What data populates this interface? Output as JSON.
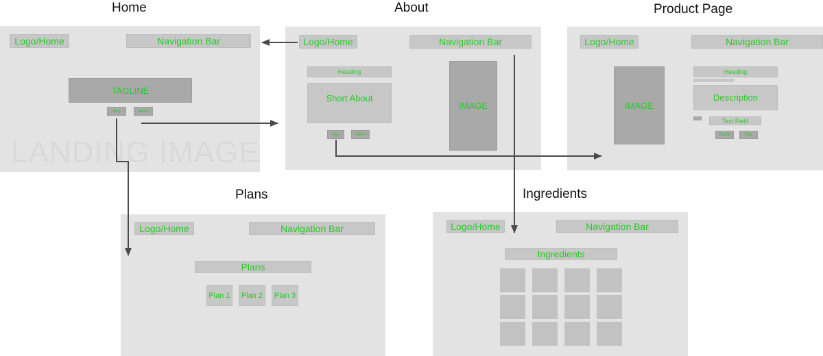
{
  "titles": {
    "home": "Home",
    "about": "About",
    "product": "Product Page",
    "plans": "Plans",
    "ingredients": "Ingredients"
  },
  "home": {
    "logo": "Logo/Home",
    "nav": "Navigation Bar",
    "tagline": "TAGLINE",
    "btn1": "Buy",
    "btn2": "About",
    "watermark": "LANDING IMAGE"
  },
  "about": {
    "logo": "Logo/Home",
    "nav": "Navigation Bar",
    "heading": "Heading",
    "short_about": "Short About",
    "image": "IMAGE",
    "btn1": "Buy",
    "btn2": "About"
  },
  "product": {
    "logo": "Logo/Home",
    "nav": "Navigation Bar",
    "image": "IMAGE",
    "heading": "Heading",
    "description": "Description",
    "text_field": "Text Field",
    "btn1": "Count",
    "btn2": "Buy"
  },
  "plans": {
    "logo": "Logo/Home",
    "nav": "Navigation Bar",
    "heading": "Plans",
    "plan1": "Plan 1",
    "plan2": "Plan 2",
    "plan3": "Plan 3"
  },
  "ingredients": {
    "logo": "Logo/Home",
    "nav": "Navigation Bar",
    "heading": "Ingredients"
  }
}
